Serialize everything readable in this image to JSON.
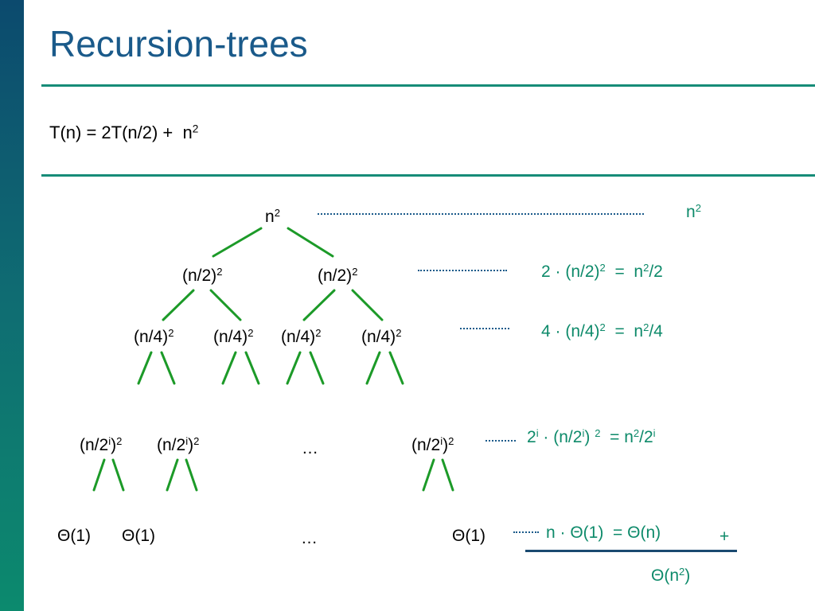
{
  "slide": {
    "title": "Recursion-trees",
    "recurrence": {
      "lhs": "T(n) = 2T(n/2) +",
      "term_base": "n",
      "term_exp": "2"
    }
  },
  "tree": {
    "level0": {
      "base": "n",
      "exp": "2"
    },
    "level1_node": {
      "base": "(n/2)",
      "exp": "2"
    },
    "level2_node": {
      "base": "(n/4)",
      "exp": "2"
    },
    "leveli_node": {
      "pre": "(n/2",
      "inner_exp": "i",
      "post": ")",
      "exp": "2"
    },
    "ellipsis": "…",
    "leaf": "Θ(1)"
  },
  "sums": {
    "row0": {
      "base": "n",
      "exp": "2"
    },
    "row1": {
      "left": "2 · (n/2)",
      "left_exp": "2",
      "eq": "=",
      "right_base": "n",
      "right_exp": "2",
      "right_tail": "/2"
    },
    "row2": {
      "left": "4 · (n/4)",
      "left_exp": "2",
      "eq": "=",
      "right_base": "n",
      "right_exp": "2",
      "right_tail": "/4"
    },
    "rowi": {
      "c_base": "2",
      "c_exp": "i",
      "mid": " · (n/2",
      "mid_exp": "i",
      "close": ") ",
      "pow": "2",
      "eq": " = n",
      "r_exp": "2",
      "r_tail": "/2",
      "r_tail_exp": "i"
    },
    "row_leaf": {
      "left": "n · Θ(1)",
      "right": "= Θ(n)",
      "plus": "+"
    },
    "total": {
      "pre": "Θ(n",
      "exp": "2",
      "post": ")"
    }
  }
}
